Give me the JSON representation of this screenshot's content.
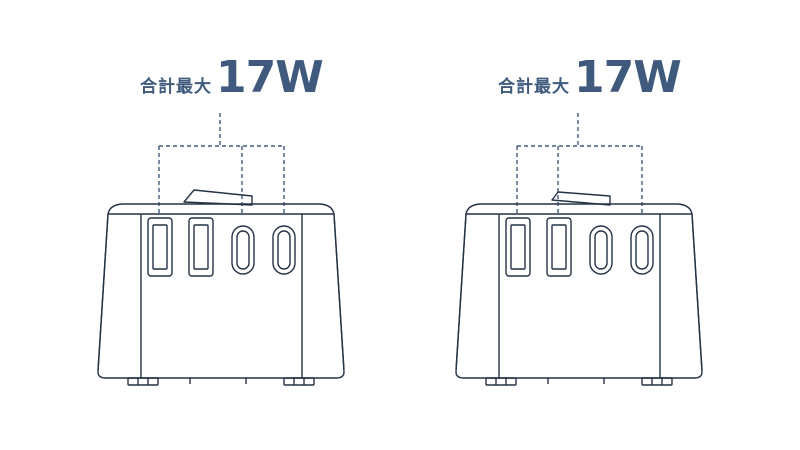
{
  "panels": [
    {
      "label_small": "合計最大",
      "label_big": "17W"
    },
    {
      "label_small": "合計最大",
      "label_big": "17W"
    }
  ],
  "colors": {
    "line": "#243246",
    "dash": "#3f5a7d",
    "label": "#3f5a7d"
  },
  "ports": [
    "usb-a",
    "usb-a",
    "usb-c",
    "usb-c"
  ],
  "bracket_groups": [
    [
      0,
      2,
      3
    ]
  ]
}
